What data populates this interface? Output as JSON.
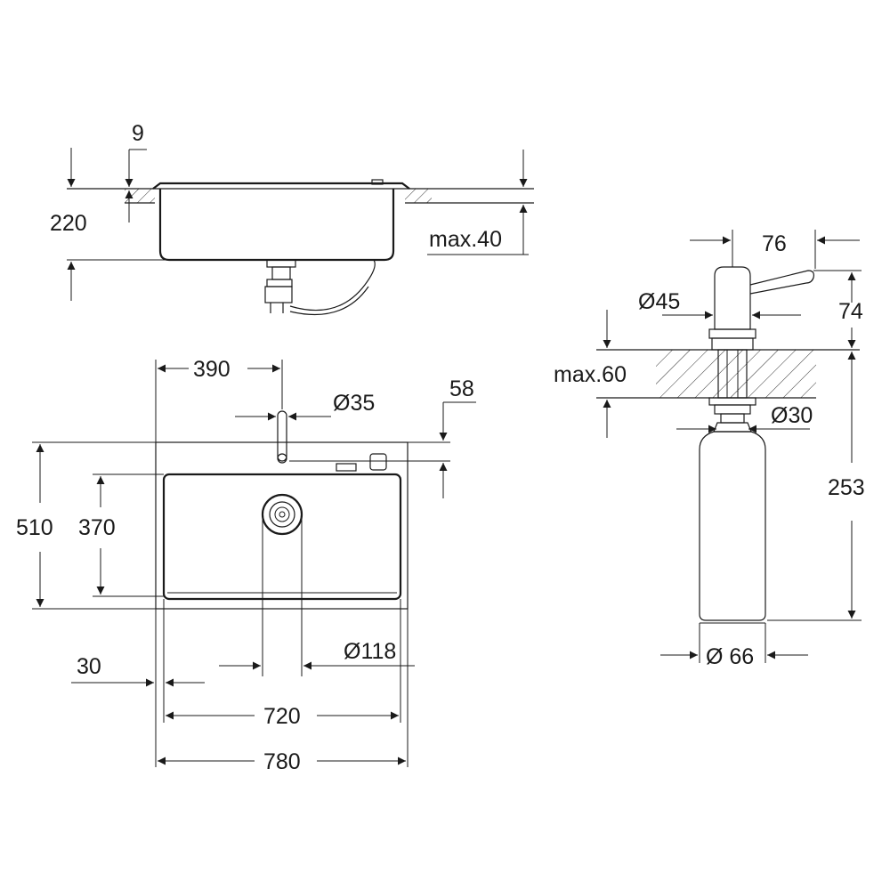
{
  "side_view": {
    "dim_thickness": "9",
    "dim_depth": "220",
    "dim_max_worktop": "max.40"
  },
  "top_view": {
    "dim_tap_offset": "390",
    "dim_tap_hole": "Ø35",
    "dim_tap_edge": "58",
    "dim_overall_depth": "510",
    "dim_bowl_depth": "370",
    "dim_drain": "Ø118",
    "dim_rim": "30",
    "dim_bowl_width": "720",
    "dim_overall_width": "780"
  },
  "dispenser_view": {
    "dim_spout": "76",
    "dim_head": "Ø45",
    "dim_head_height": "74",
    "dim_max_worktop": "max.60",
    "dim_hole": "Ø30",
    "dim_length": "253",
    "dim_bottle": "Ø 66"
  }
}
